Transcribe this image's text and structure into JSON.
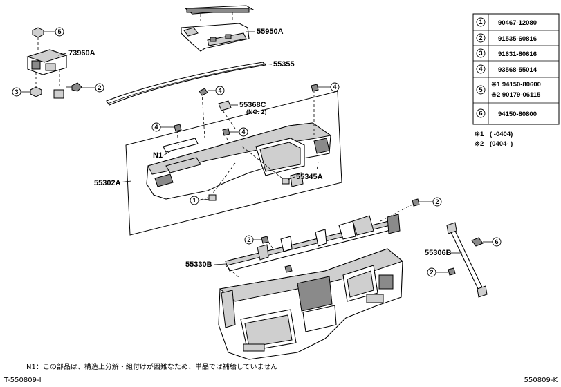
{
  "callouts": [
    {
      "num": "5"
    },
    {
      "num": "3"
    },
    {
      "num": "2"
    },
    {
      "num": "4"
    },
    {
      "num": "4"
    },
    {
      "num": "4"
    },
    {
      "num": "4"
    },
    {
      "num": "1"
    },
    {
      "num": "2"
    },
    {
      "num": "2"
    },
    {
      "num": "6"
    },
    {
      "num": "2"
    }
  ],
  "part_labels": {
    "p73960a": "73960A",
    "p55950a": "55950A",
    "p55355": "55355",
    "p55368c": "55368C",
    "p55368c_note": "(NO. 2)",
    "n1": "N1",
    "p55302a": "55302A",
    "p55345a": "55345A",
    "p55330b": "55330B",
    "p55306b": "55306B"
  },
  "parts_table": [
    {
      "num": "1",
      "lines": [
        "90467-12080"
      ]
    },
    {
      "num": "2",
      "lines": [
        "91535-60816"
      ]
    },
    {
      "num": "3",
      "lines": [
        "91631-80616"
      ]
    },
    {
      "num": "4",
      "lines": [
        "93568-55014"
      ]
    },
    {
      "num": "5",
      "lines": [
        "※1 94150-80600",
        "※2 90179-06115"
      ]
    },
    {
      "num": "6",
      "lines": [
        "94150-80800"
      ]
    }
  ],
  "notes": {
    "note1_mark": "※1",
    "note1_range": "(      -0404)",
    "note2_mark": "※2",
    "note2_range": "(0404-      )"
  },
  "footer": {
    "n1_note": "N1：この部品は、構造上分解・組付けが困難なため、単品では補給していません",
    "left_code": "T-550809-I",
    "right_code": "550809-K"
  }
}
